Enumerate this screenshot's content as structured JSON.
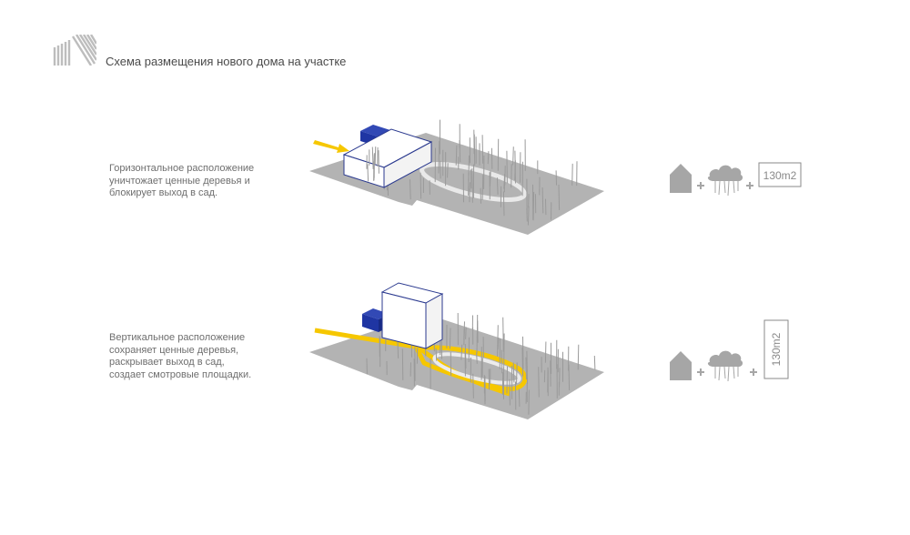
{
  "header": {
    "title": "Схема размещения нового дома на участке"
  },
  "options": [
    {
      "description_lines": [
        "Горизонтальное расположение",
        "уничтожает ценные деревья и",
        "блокирует выход в сад."
      ],
      "area_label": "130m2",
      "orientation": "horizontal"
    },
    {
      "description_lines": [
        "Вертикальное расположение",
        "сохраняет ценные деревья,",
        "раскрывает выход в сад,",
        "создает смотровые площадки."
      ],
      "area_label": "130m2",
      "orientation": "vertical"
    }
  ],
  "colors": {
    "ground": "#b3b3b3",
    "building_outline": "#2b3a8f",
    "garage": "#1f35a3",
    "path": "#f6c700",
    "trees": "#9a9a9a",
    "icons": "#a6a6a6",
    "text": "#6e6e6e"
  },
  "icons": [
    "logo-hatch-icon",
    "house-icon",
    "tree-cloud-icon",
    "plus-icon"
  ]
}
